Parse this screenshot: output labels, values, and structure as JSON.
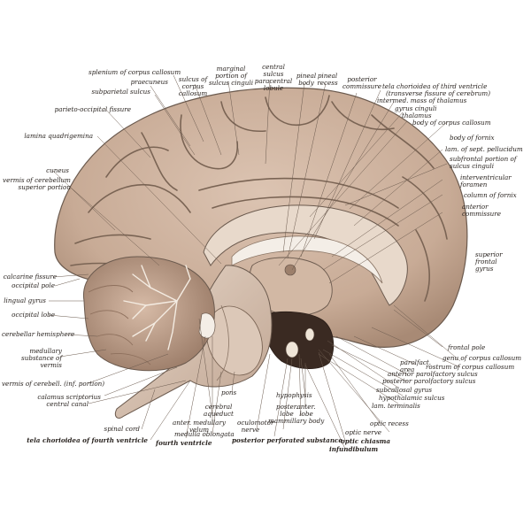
{
  "colors": {
    "tissue": "#cdb29d",
    "tissue_dark": "#a88a75",
    "ventricle": "#f3ede6",
    "cavity": "#3a2a22",
    "line": "#6b5a4e"
  },
  "labels": {
    "splenium": "splenium of corpus callosum",
    "praecuneus": "praecuneus",
    "subparietal": "subparietal sulcus",
    "sulcus_corpus": "sulcus of corpus callosum",
    "marginal": "marginal portion of sulcus cinguli",
    "central_sulcus": "central sulcus paracentral lobule",
    "pineal_body": "pineal body",
    "pineal_recess": "pineal recess",
    "post_commissure": "posterior commissure",
    "tela_third": "tela chorioidea of third ventricle",
    "transverse_fissure": "(transverse fissure of cerebrum)",
    "intermed_mass": "intermed. mass of thalamus",
    "gyrus_cinguli": "gyrus cinguli",
    "thalamus": "thalamus",
    "body_corpus": "body of corpus callosum",
    "parieto_occipital": "parieto-occipital fissure",
    "lamina_quad": "lamina quadrigemina",
    "lam_sept": "lam. of sept. pellucidum",
    "subfrontal": "subfrontal portion of sulcus cinguli",
    "body_fornix": "body of fornix",
    "cuneus": "cuneus",
    "vermis_sup": "vermis of cerebellum superior portion",
    "interventricular": "interventricular foramen",
    "column_fornix": "column of fornix",
    "ant_commissure": "anterior commissure",
    "sup_frontal": "superior frontal gyrus",
    "calcarine": "calcarine fissure",
    "occipital_pole": "occipital pole",
    "lingual": "lingual gyrus",
    "occipital_lobe": "occipital lobe",
    "cereb_hemisphere": "cerebellar hemisphere",
    "medullary_vermis": "medullary substance of vermis",
    "frontal_pole": "frontal pole",
    "parolfact_area": "parolfact. area",
    "genu": "genu of corpus callosum",
    "rostrum": "rostrum of corpus callosum",
    "ant_parolf": "anterior parolfactory sulcus",
    "post_parolf": "posterior parolfactory sulcus",
    "subcallosal": "subcallosal gyrus",
    "hypothal_sulcus": "hypothalamic sulcus",
    "lam_terminalis": "lam. terminalis",
    "vermis_inf": "vermis of cerebell. (inf. portion)",
    "calamus": "calamus scriptorius",
    "central_canal": "central canal",
    "pons": "pons",
    "hypophysis": "hypophysis",
    "cerebral_aqueduct": "cerebral aqueduct",
    "posterior_lobe": "poster. lobe",
    "anterior_lobe": "anter. lobe",
    "mammillary": "mammillary body",
    "optic_recess": "optic recess",
    "optic_nerve": "optic nerve",
    "anter_medullary": "anter. medullary velum",
    "medulla_obl": "medulla oblongata",
    "oculomotor": "oculomotor nerve",
    "spinal_cord": "spinal cord",
    "tela_fourth": "tela chorioidea of fourth ventricle",
    "fourth_ventricle": "fourth ventricle",
    "post_perforated": "posterior perforated substance",
    "optic_chiasma": "optic chiasma",
    "infundibulum": "infundibulum"
  }
}
